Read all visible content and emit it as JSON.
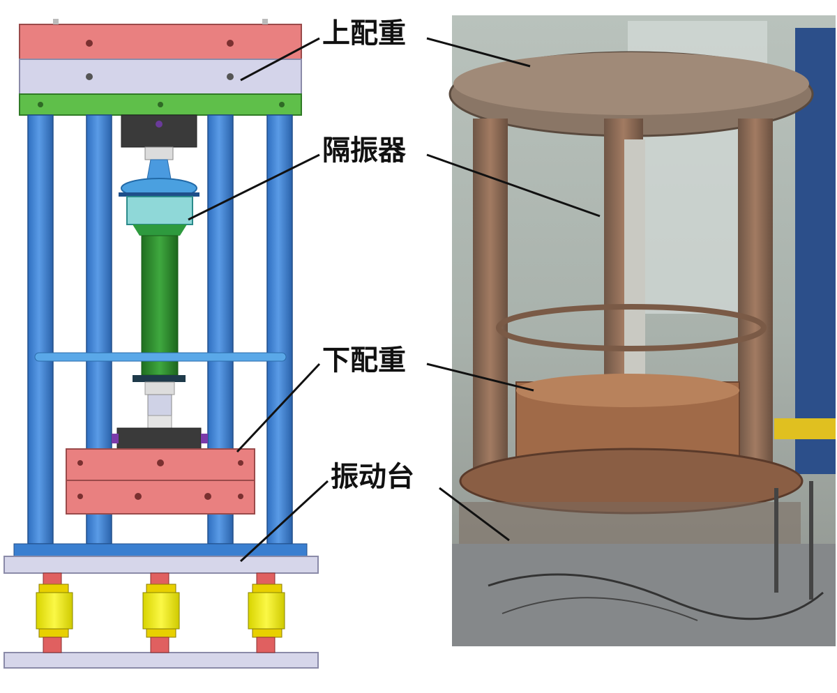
{
  "labels": {
    "upper_counterweight": "上配重",
    "isolator": "隔振器",
    "lower_counterweight": "下配重",
    "shake_table": "振动台"
  },
  "colors": {
    "upper_plate_red": "#e98080",
    "upper_plate_lavender": "#cfcfe6",
    "green_plate": "#5fbf4a",
    "blue_column": "#3a7fd0",
    "green_rod": "#2e8a2e",
    "cyan_isolator": "#8fd8d8",
    "yellow_spring": "#f2ee12",
    "photo_background": "#9aa39c",
    "rust": "#9b6a4a"
  }
}
